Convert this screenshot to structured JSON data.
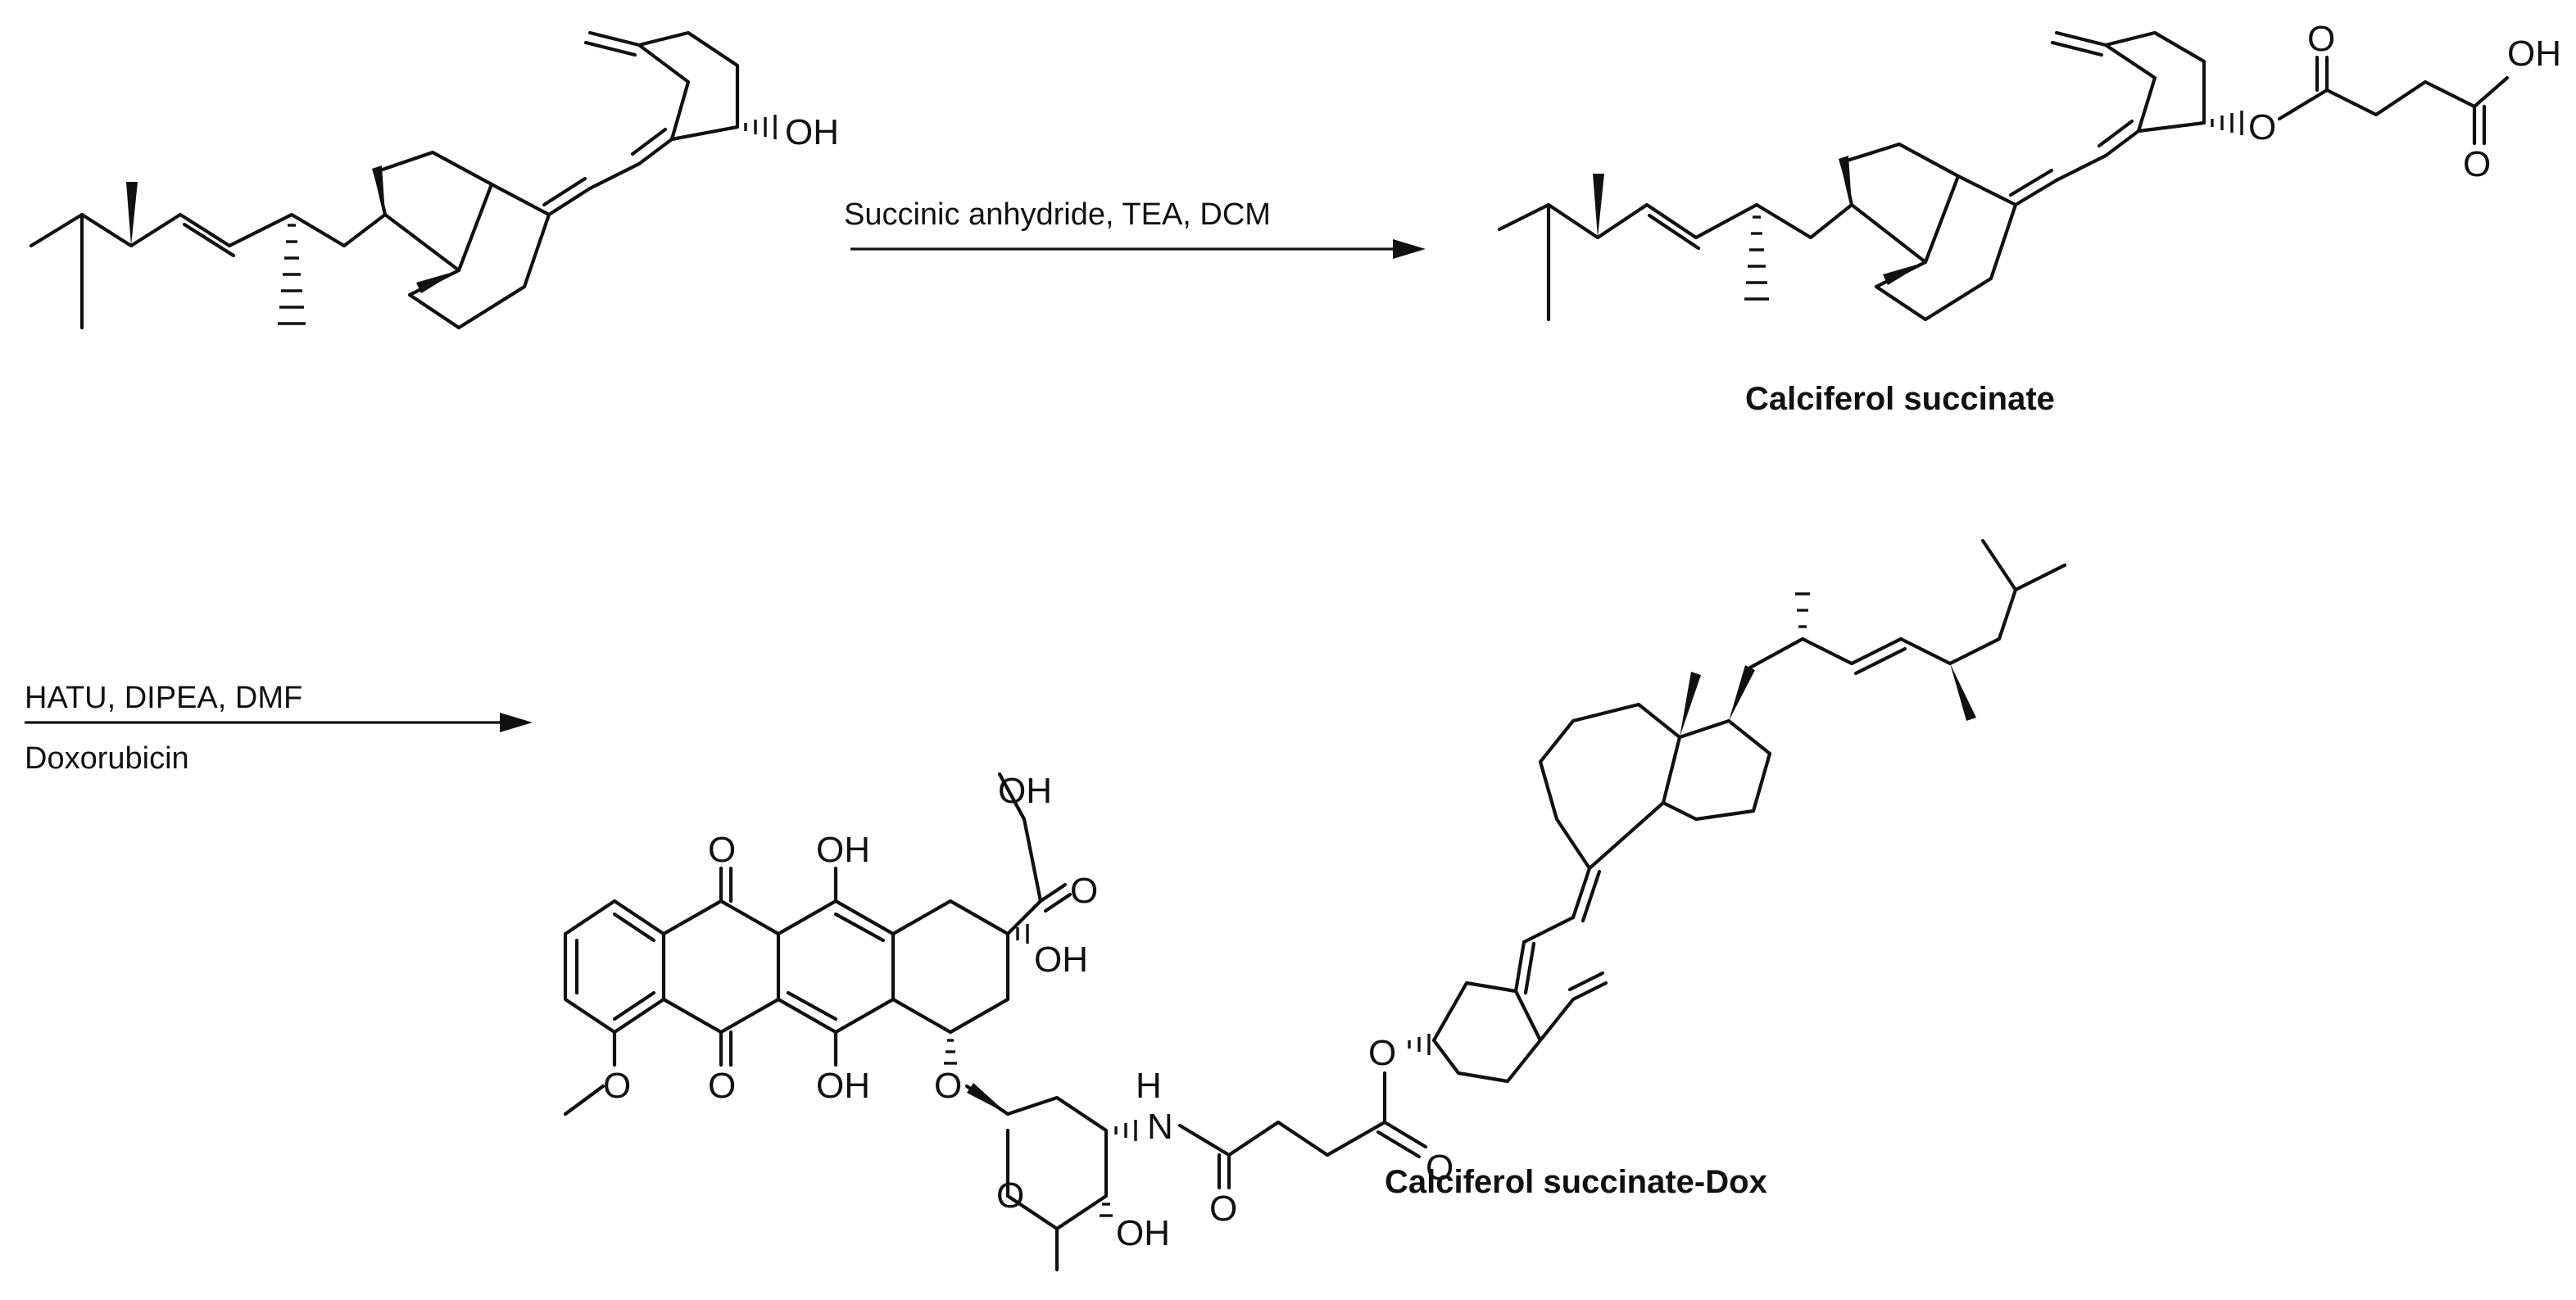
{
  "scheme": {
    "step1": {
      "reagents": "Succinic anhydride, TEA, DCM"
    },
    "step2": {
      "reagents_line1": "HATU, DIPEA, DMF",
      "reagents_line2": "Doxorubicin"
    },
    "product1_name": "Calciferol succinate",
    "product2_name": "Calciferol succinate-Dox",
    "atom_labels": {
      "hydroxyl": "OH",
      "oxygen": "O",
      "amine_n": "N",
      "amine_h": "H"
    }
  }
}
